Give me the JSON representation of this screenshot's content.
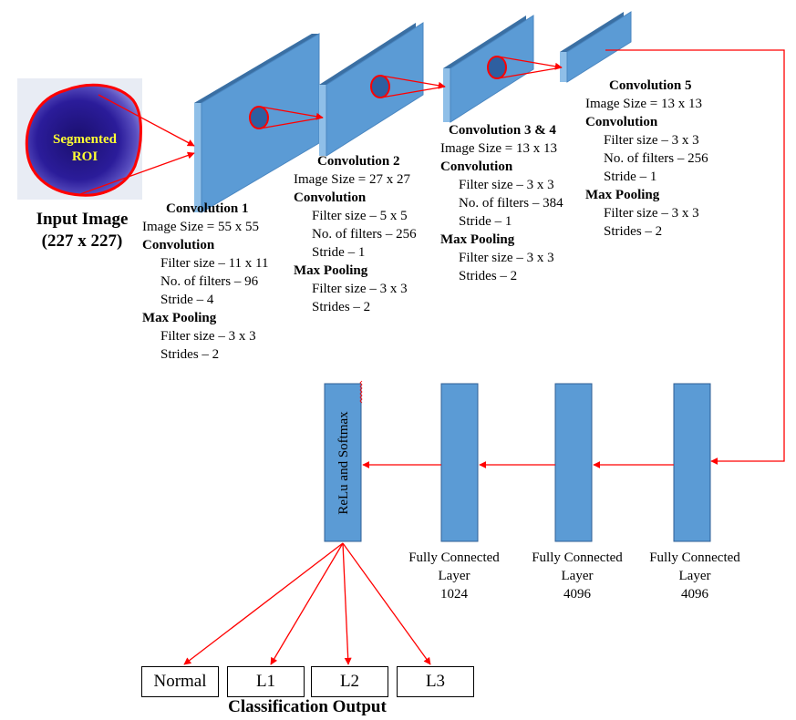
{
  "input": {
    "roi_label": [
      "Segmented",
      "ROI"
    ],
    "title": "Input Image",
    "size": "(227 x 227)"
  },
  "conv1": {
    "title": "Convolution 1",
    "lines": [
      {
        "text": "Image Size = 55 x 55",
        "style": "plain"
      },
      {
        "text": "Convolution",
        "style": "bold"
      },
      {
        "text": "Filter size – 11 x 11",
        "style": "indent"
      },
      {
        "text": "No. of filters – 96",
        "style": "indent"
      },
      {
        "text": "Stride – 4",
        "style": "indent"
      },
      {
        "text": "Max Pooling",
        "style": "bold"
      },
      {
        "text": "Filter size – 3 x 3",
        "style": "indent"
      },
      {
        "text": "Strides – 2",
        "style": "indent"
      }
    ]
  },
  "conv2": {
    "title": "Convolution 2",
    "lines": [
      {
        "text": "Image Size = 27 x 27",
        "style": "plain"
      },
      {
        "text": "Convolution",
        "style": "bold"
      },
      {
        "text": "Filter size – 5 x 5",
        "style": "indent"
      },
      {
        "text": "No. of filters – 256",
        "style": "indent"
      },
      {
        "text": "Stride – 1",
        "style": "indent"
      },
      {
        "text": "Max Pooling",
        "style": "bold"
      },
      {
        "text": "Filter size – 3 x 3",
        "style": "indent"
      },
      {
        "text": "Strides – 2",
        "style": "indent"
      }
    ]
  },
  "conv34": {
    "title": "Convolution 3 & 4",
    "lines": [
      {
        "text": "Image Size = 13 x 13",
        "style": "plain"
      },
      {
        "text": "Convolution",
        "style": "bold"
      },
      {
        "text": "Filter size – 3 x 3",
        "style": "indent"
      },
      {
        "text": "No. of filters – 384",
        "style": "indent"
      },
      {
        "text": "Stride – 1",
        "style": "indent"
      },
      {
        "text": "Max Pooling",
        "style": "bold"
      },
      {
        "text": "Filter size – 3 x 3",
        "style": "indent"
      },
      {
        "text": "Strides – 2",
        "style": "indent"
      }
    ]
  },
  "conv5": {
    "title": "Convolution 5",
    "lines": [
      {
        "text": "Image Size = 13 x 13",
        "style": "plain"
      },
      {
        "text": "Convolution",
        "style": "bold"
      },
      {
        "text": "Filter size – 3 x 3",
        "style": "indent"
      },
      {
        "text": "No. of filters – 256",
        "style": "indent"
      },
      {
        "text": "Stride – 1",
        "style": "indent"
      },
      {
        "text": "Max Pooling",
        "style": "bold"
      },
      {
        "text": "Filter size – 3 x 3",
        "style": "indent"
      },
      {
        "text": "Strides – 2",
        "style": "indent"
      }
    ]
  },
  "fc": [
    {
      "line1": "Fully Connected",
      "line2": "Layer",
      "line3": "1024"
    },
    {
      "line1": "Fully Connected",
      "line2": "Layer",
      "line3": "4096"
    },
    {
      "line1": "Fully Connected",
      "line2": "Layer",
      "line3": "4096"
    }
  ],
  "softmax_label": "ReLu and Softmax",
  "outputs": [
    "Normal",
    "L1",
    "L2",
    "L3"
  ],
  "output_title": "Classification Output",
  "colors": {
    "block_face": "#5b9bd5",
    "block_light": "#8fbfe8",
    "block_dark": "#3a6fa3",
    "arrow": "#ff0000",
    "roi_fill": "#2a1a8a"
  }
}
